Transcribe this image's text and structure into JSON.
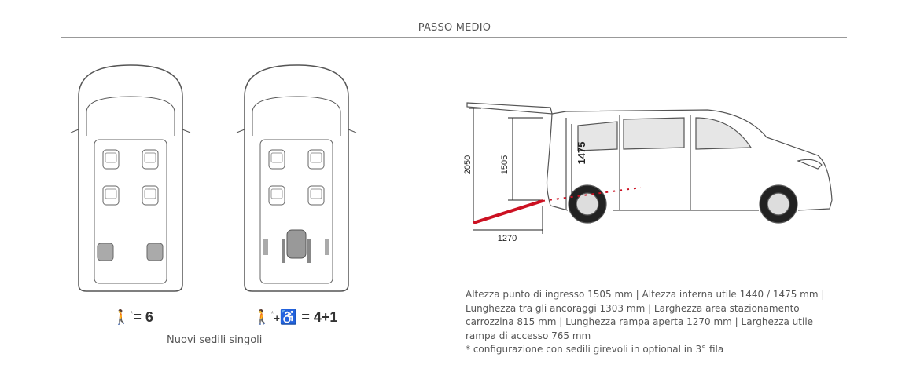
{
  "header": {
    "title": "PASSO MEDIO"
  },
  "configs": [
    {
      "symbol": "person-icon",
      "asterisk": "*",
      "value": "= 6"
    },
    {
      "symbol": "person-plus-wheelchair-icon",
      "asterisk": "*",
      "plus": "+",
      "value": "= 4+1"
    }
  ],
  "subtitle": "Nuovi sedili singoli",
  "dimensions": {
    "total_height": "2050",
    "entry_height": "1505",
    "interior_height": "1475",
    "ramp_length": "1270"
  },
  "description": {
    "lines": [
      "Altezza punto di ingresso 1505 mm | Altezza interna utile 1440 / 1475 mm | Lunghezza tra gli ancoraggi 1303 mm | Larghezza area stazionamento carrozzina 815 mm | Lunghezza rampa aperta 1270 mm | Larghezza utile rampa di accesso 765 mm"
    ],
    "footnote": "* configurazione con sedili girevoli in optional in 3° fila"
  },
  "colors": {
    "ramp": "#cc1122",
    "line": "#555555"
  }
}
